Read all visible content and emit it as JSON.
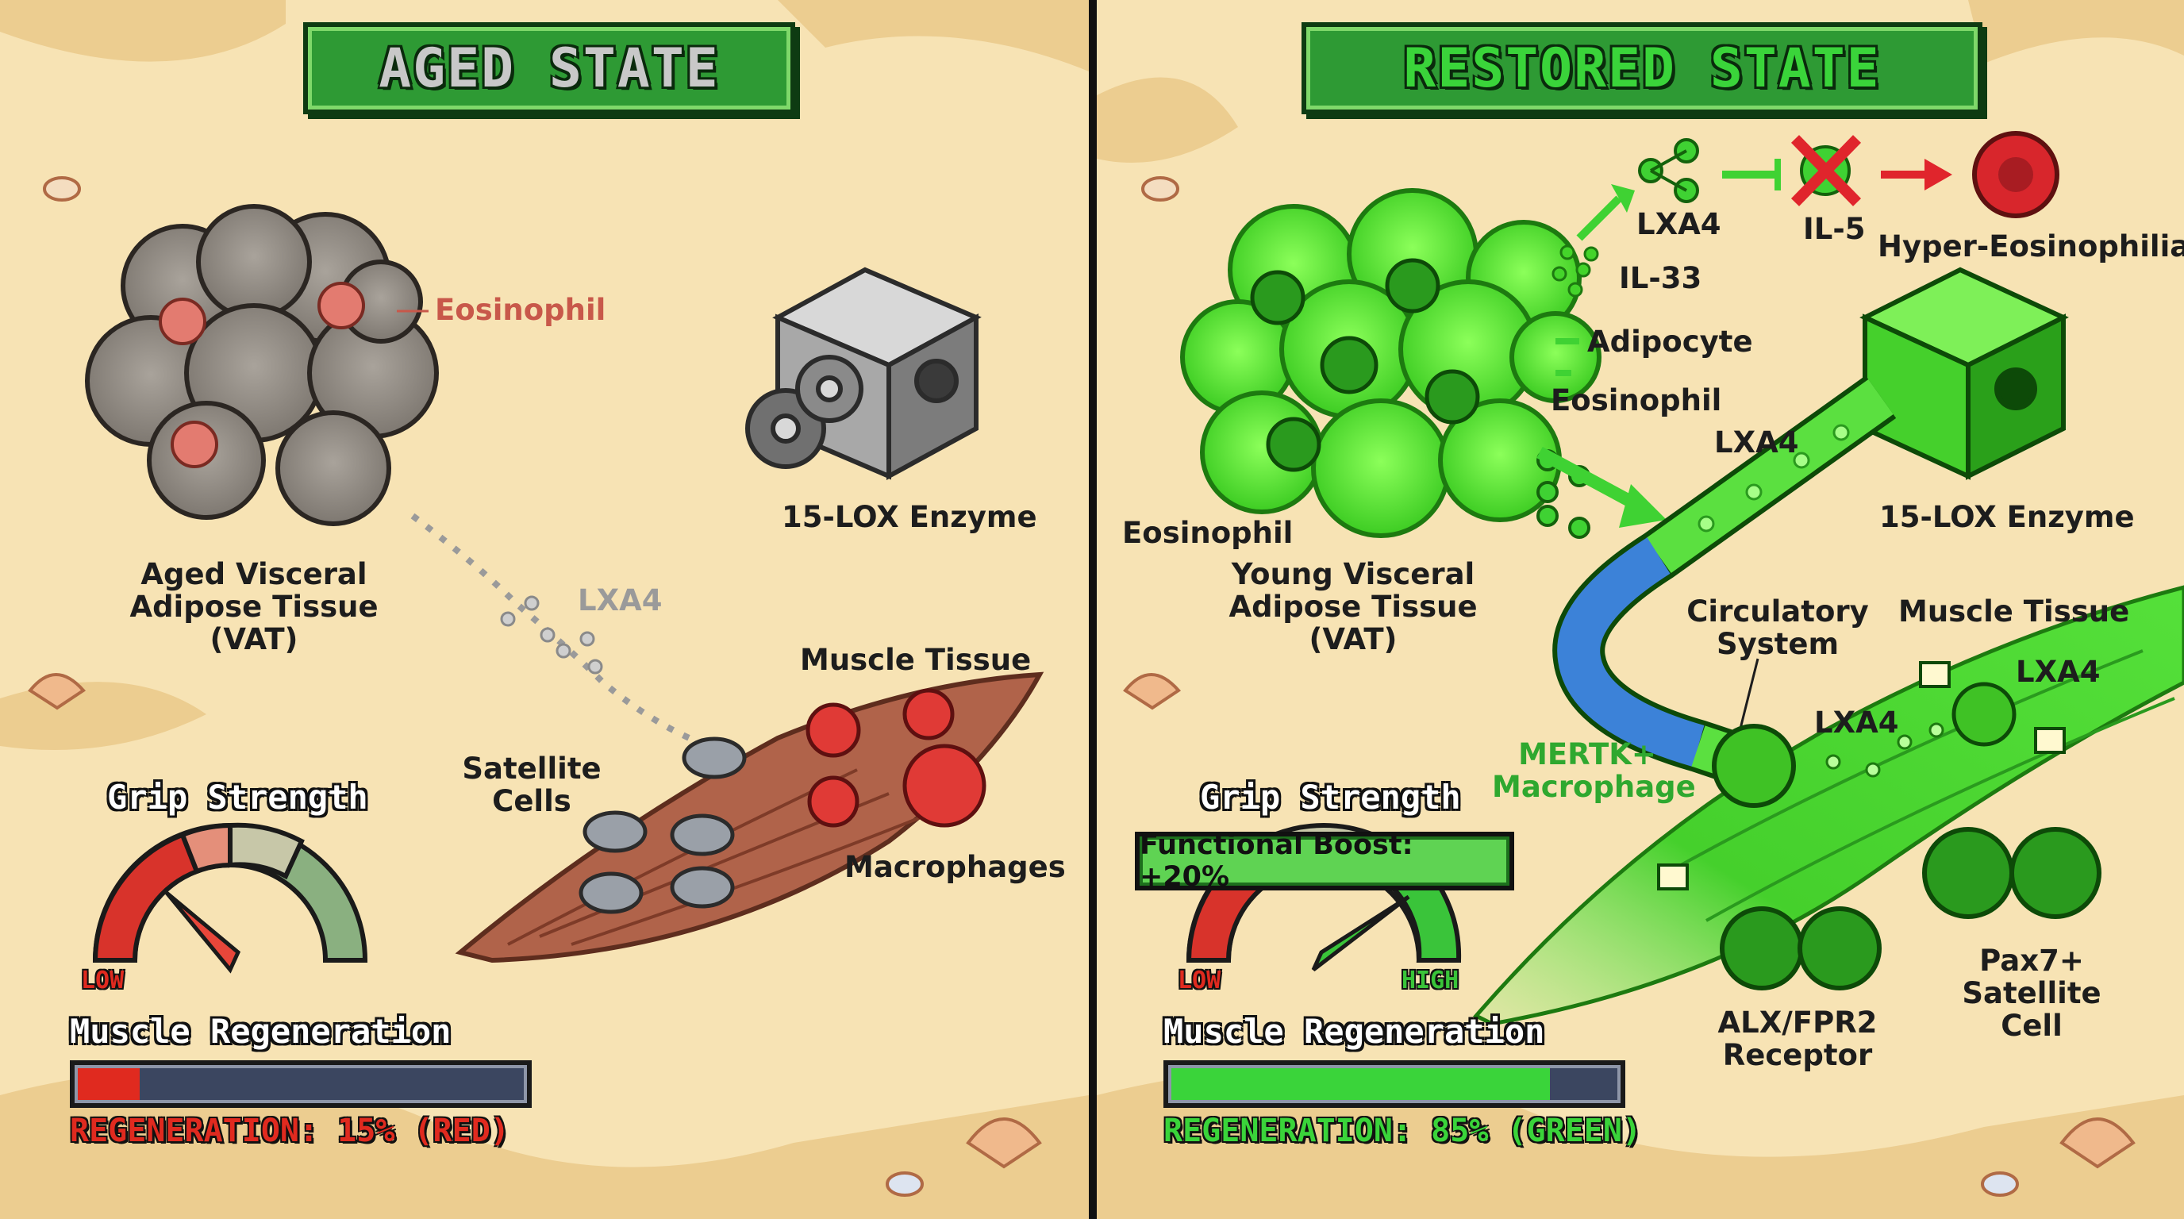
{
  "left_panel": {
    "title": "AGED STATE",
    "labels": {
      "eosinophil": "Eosinophil",
      "vat": "Aged Visceral\nAdipose Tissue (VAT)",
      "enzyme": "15-LOX Enzyme",
      "lxa4": "LXA4",
      "muscle": "Muscle Tissue",
      "satellite": "Satellite\nCells",
      "macrophages": "Macrophages"
    },
    "grip": {
      "title": "Grip Strength",
      "low_label": "LOW",
      "level": 0.15
    },
    "regeneration": {
      "title": "Muscle Regeneration",
      "percent": 15,
      "status_text": "REGENERATION: 15% (RED)",
      "color": "#e02a1f"
    }
  },
  "right_panel": {
    "title": "RESTORED STATE",
    "labels": {
      "lxa4_top": "LXA4",
      "il5": "IL-5",
      "hyper": "Hyper-Eosinophilia",
      "il33": "IL-33",
      "adipocyte": "Adipocyte",
      "eosinophil_right": "Eosinophil",
      "eosinophil_left": "Eosinophil",
      "lxa4_pipe": "LXA4",
      "enzyme": "15-LOX Enzyme",
      "vat": "Young Visceral\nAdipose Tissue (VAT)",
      "circulatory": "Circulatory\nSystem",
      "muscle": "Muscle Tissue",
      "lxa4_muscle_a": "LXA4",
      "lxa4_muscle_b": "LXA4",
      "mertk": "MERTK+\nMacrophage",
      "pax7": "Pax7+\nSatellite Cell",
      "alx": "ALX/FPR2\nReceptor"
    },
    "grip": {
      "title": "Grip Strength",
      "boost": "Functional Boost: +20%",
      "low_label": "LOW",
      "high_label": "HIGH",
      "level": 0.85
    },
    "regeneration": {
      "title": "Muscle Regeneration",
      "percent": 85,
      "status_text": "REGENERATION: 85% (GREEN)",
      "color": "#3ad43a"
    }
  },
  "colors": {
    "sand": "#f7e3b4",
    "aged_grey": "#8a8580",
    "restored_green": "#4fe030",
    "muscle_brown": "#b0634a",
    "pipe_blue": "#3c82d8",
    "alert_red": "#d8262c"
  }
}
